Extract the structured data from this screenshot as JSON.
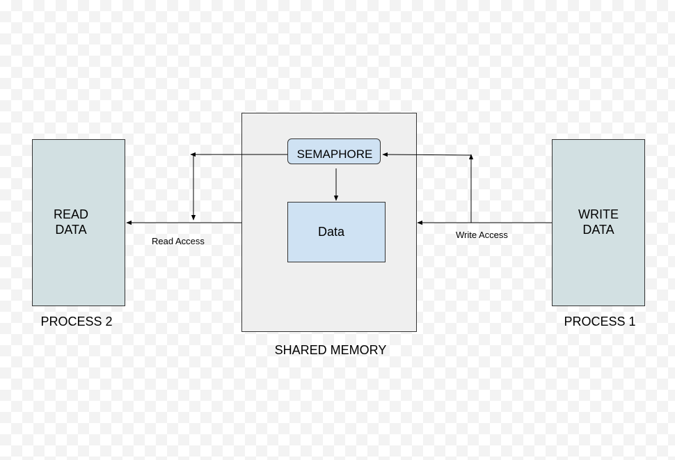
{
  "process2": {
    "body": [
      "READ",
      "DATA"
    ],
    "caption": "PROCESS 2"
  },
  "process1": {
    "body": [
      "WRITE",
      "DATA"
    ],
    "caption": "PROCESS 1"
  },
  "shared_memory": {
    "caption": "SHARED MEMORY",
    "semaphore": "SEMAPHORE",
    "data": "Data"
  },
  "edges": {
    "read_access": "Read Access",
    "write_access": "Write Access"
  },
  "colors": {
    "process_fill": "#d2e0e2",
    "shared_fill": "#efefef",
    "inner_fill": "#cfe2f3",
    "stroke": "#333333"
  }
}
